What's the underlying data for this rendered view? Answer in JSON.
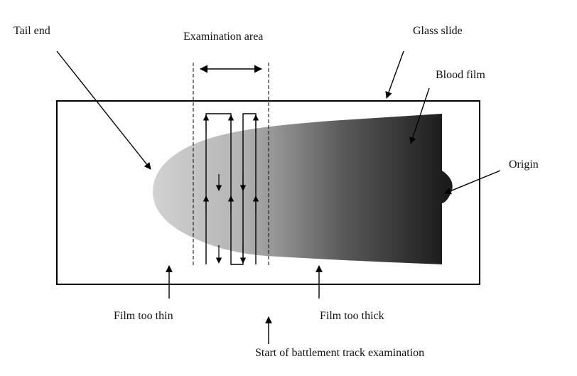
{
  "labels": {
    "tail_end": "Tail end",
    "examination_area": "Examination area",
    "glass_slide": "Glass slide",
    "blood_film": "Blood film",
    "origin": "Origin",
    "film_too_thin": "Film too thin",
    "film_too_thick": "Film too thick",
    "battlement_start": "Start of battlement track examination"
  },
  "colors": {
    "outline": "#000000",
    "film_light": "#cfcfcf",
    "film_dark": "#1c1c1c"
  }
}
